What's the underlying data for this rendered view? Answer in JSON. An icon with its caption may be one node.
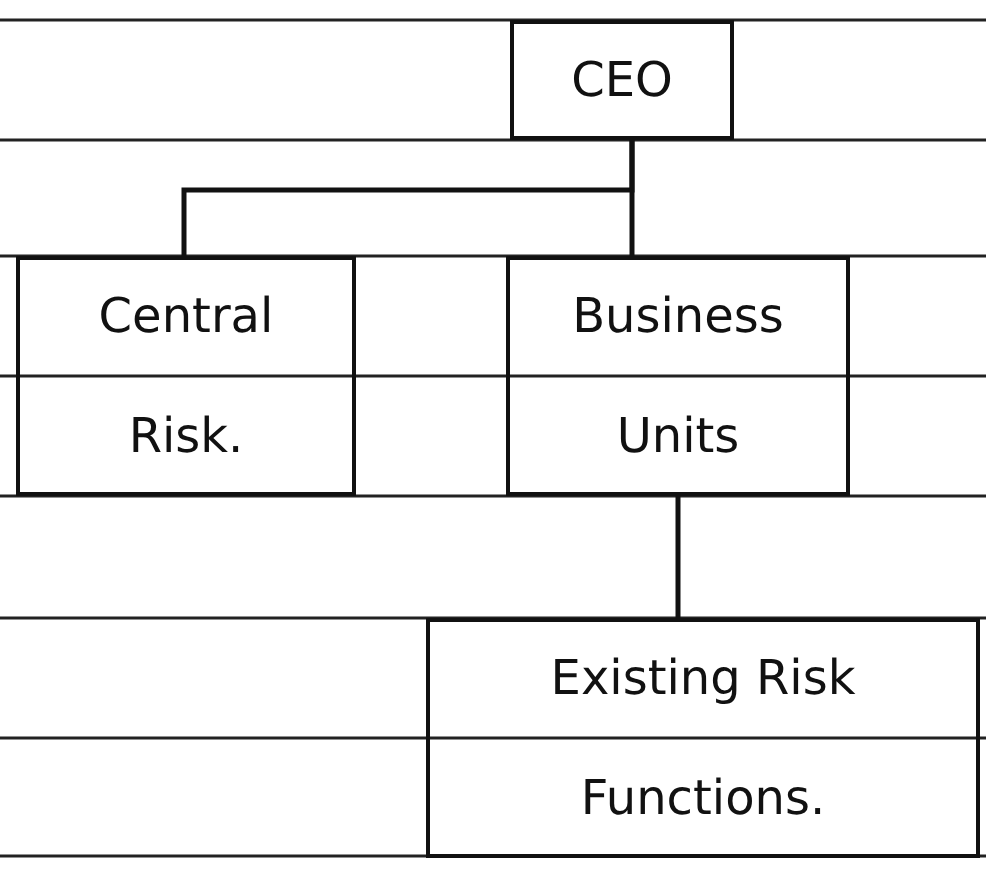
{
  "diagram": {
    "nodes": [
      {
        "text": [
          "CEO"
        ]
      },
      {
        "text": [
          "Central Risk."
        ]
      },
      {
        "text": [
          "Business Units"
        ]
      },
      {
        "text": [
          "Existing Risk Functions."
        ]
      }
    ],
    "edges": [
      {
        "from": 0,
        "to": 1,
        "arrow": "none"
      },
      {
        "from": 0,
        "to": 2,
        "arrow": "none"
      },
      {
        "from": 2,
        "to": 3,
        "arrow": "none"
      }
    ]
  }
}
